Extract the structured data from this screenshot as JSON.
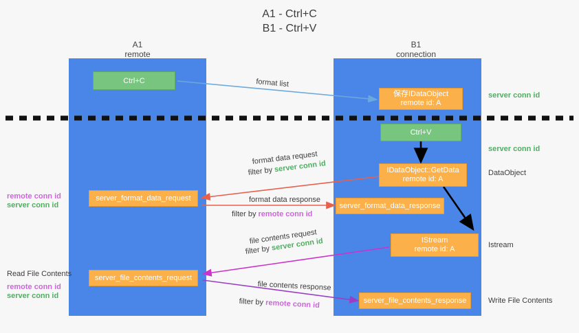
{
  "title": {
    "line1": "A1 - Ctrl+C",
    "line2": "B1 - Ctrl+V"
  },
  "lanes": [
    {
      "name": "A1",
      "sub": "remote"
    },
    {
      "name": "B1",
      "sub": "connection"
    }
  ],
  "boxes": {
    "ctrl_c": "Ctrl+C",
    "ctrl_v": "Ctrl+V",
    "store_idataobject_l1": "保存IDataObject",
    "store_idataobject_l2": "remote id: A",
    "getdata_l1": "IDataObject::GetData",
    "getdata_l2": "remote id: A",
    "istream_l1": "IStream",
    "istream_l2": "remote id: A",
    "server_format_data_request": "server_format_data_request",
    "server_format_data_response": "server_format_data_response",
    "server_file_contents_request": "server_file_contents_request",
    "server_file_contents_response": "server_file_contents_response"
  },
  "edges": {
    "format_list": "format list",
    "format_data_request": "format data request",
    "format_data_request_filter_prefix": "filter by ",
    "format_data_request_filter_key": "server conn id",
    "format_data_response": "format data response",
    "format_data_response_filter_prefix": "filter by ",
    "format_data_response_filter_key": "remote conn id",
    "file_contents_request": "file contents request",
    "file_contents_request_filter_prefix": "filter by ",
    "file_contents_request_filter_key": "server conn id",
    "file_contents_response": "file contents response",
    "file_contents_response_filter_prefix": "filter by ",
    "file_contents_response_filter_key": "remote conn id"
  },
  "margins": {
    "right_server_conn_id_top": "server conn id",
    "right_server_conn_id_mid": "server conn id",
    "right_dataobject": "DataObject",
    "right_istream": "Istream",
    "right_write_file_contents": "Write File Contents",
    "left_remote_conn_id_1": "remote conn id",
    "left_server_conn_id_1": "server conn id",
    "left_read_file_contents": "Read File Contents",
    "left_remote_conn_id_2": "remote conn id",
    "left_server_conn_id_2": "server conn id"
  },
  "colors": {
    "lane": "#4a86e8",
    "green_box": "#78c57f",
    "orange_box": "#fbb04a",
    "green_text": "#4fae62",
    "magenta_text": "#cc66d9",
    "arrow_blue": "#6aa8dd",
    "arrow_red": "#e8604c",
    "arrow_magenta": "#cc33cc",
    "arrow_purple": "#9a3fc4",
    "arrow_black": "#000000",
    "divider": "#111111"
  }
}
